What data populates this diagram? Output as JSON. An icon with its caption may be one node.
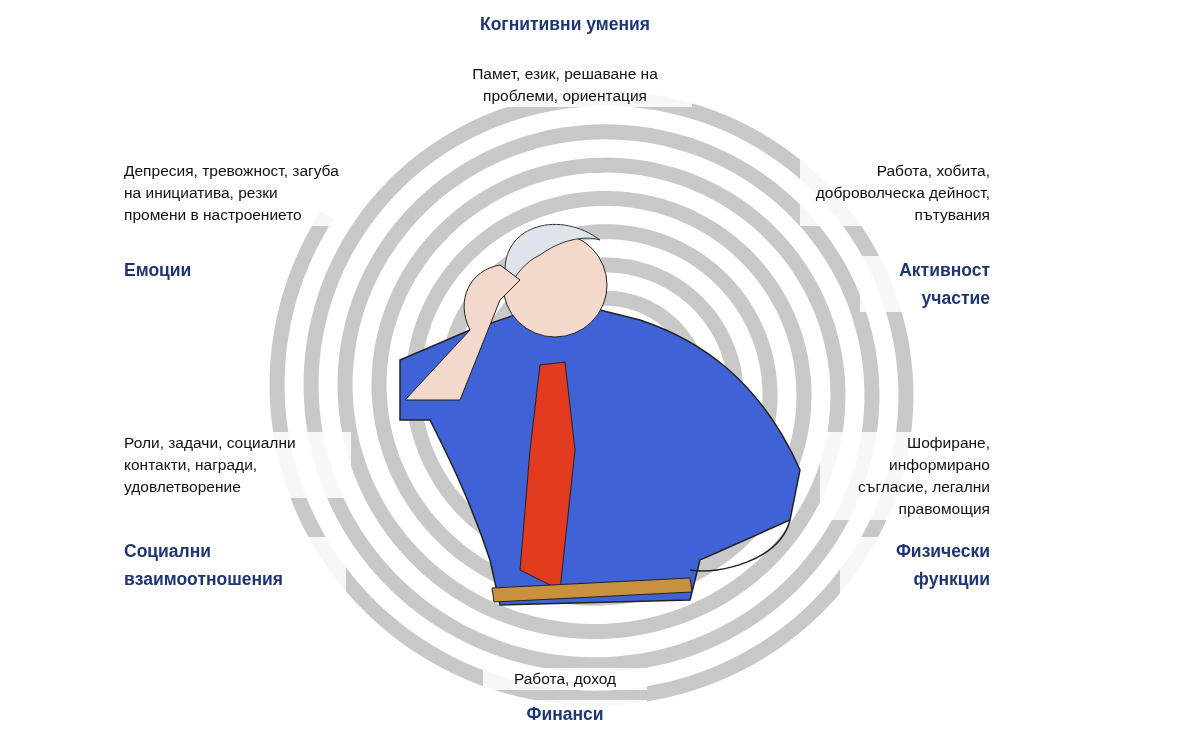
{
  "diagram": {
    "labels": [
      "Когнитивни умения",
      "Памет, език, решаване на проблеми, ориентация",
      "Депресия, тревожност, загуба на инициатива, резки промени в настроението",
      "Работа, хобита, доброволческа дейност, пътувания",
      "Емоции",
      "Активност участие",
      "Роли, задачи, социални контакти, награди, удовлетворение",
      "Шофиране, информирано съгласие, легални правомощия",
      "Социални взаимоотношения",
      "Физически функции",
      "Работа, доход",
      "Финанси"
    ]
  }
}
